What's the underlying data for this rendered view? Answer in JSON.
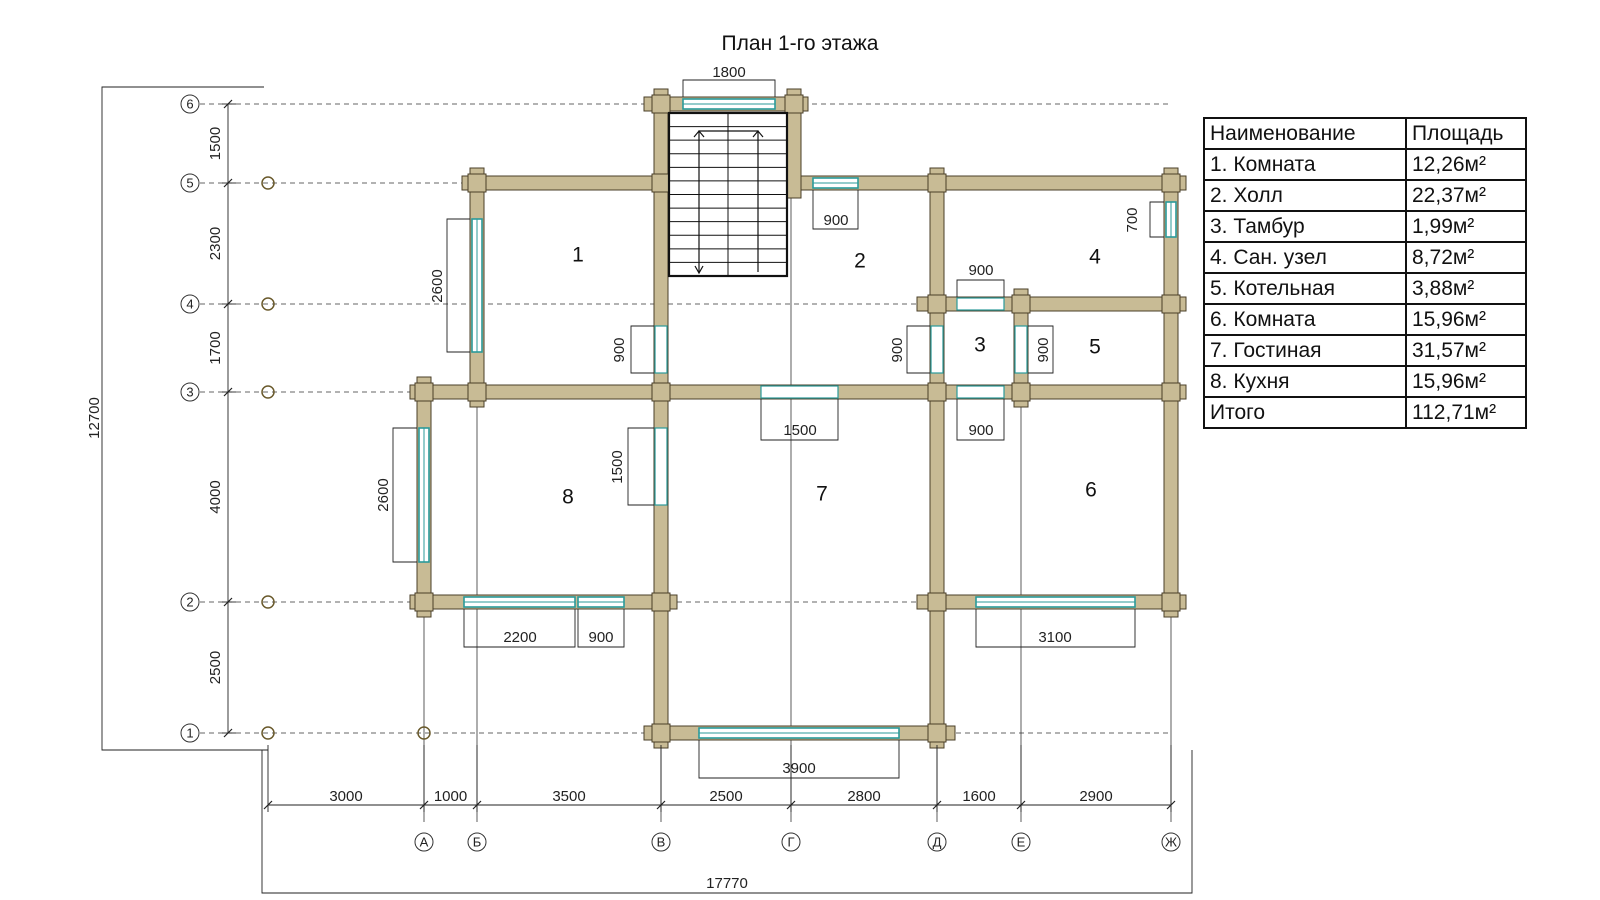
{
  "title": "План 1-го этажа",
  "table": {
    "header": {
      "name": "Наименование",
      "area": "Площадь"
    },
    "rows": [
      {
        "name": "1. Комната",
        "area": "12,26м²"
      },
      {
        "name": "2. Холл",
        "area": "22,37м²"
      },
      {
        "name": "3. Тамбур",
        "area": "1,99м²"
      },
      {
        "name": "4. Сан. узел",
        "area": "8,72м²"
      },
      {
        "name": "5. Котельная",
        "area": "3,88м²"
      },
      {
        "name": "6. Комната",
        "area": "15,96м²"
      },
      {
        "name": "7. Гостиная",
        "area": "31,57м²"
      },
      {
        "name": "8. Кухня",
        "area": "15,96м²"
      }
    ],
    "total": {
      "name": "Итого",
      "area": "112,71м²"
    }
  },
  "rooms": [
    "1",
    "2",
    "3",
    "4",
    "5",
    "6",
    "7",
    "8"
  ],
  "axes": {
    "columns": [
      "А",
      "Б",
      "В",
      "Г",
      "Д",
      "Е",
      "Ж"
    ],
    "rows": [
      "1",
      "2",
      "3",
      "4",
      "5",
      "6"
    ]
  },
  "dimensions": {
    "bottom_spans": [
      "3000",
      "1000",
      "3500",
      "2500",
      "2800",
      "1600",
      "2900"
    ],
    "overall_width": "17770",
    "left_spans": [
      "1500",
      "2300",
      "1700",
      "4000",
      "2500"
    ],
    "overall_height": "12700",
    "openings": {
      "stair_window": "1800",
      "hall_top_window": "900",
      "bath_window": "700",
      "room1_window": "2600",
      "room1_door": "900",
      "tambour_top_door": "900",
      "tambour_left_door": "900",
      "boiler_door": "900",
      "tambour_bottom_door": "900",
      "living_door": "1500",
      "kitchen_door": "1500",
      "kitchen_window": "2600",
      "kitchen_bottom_window": "2200",
      "kitchen_bottom_door": "900",
      "room6_window": "3100",
      "living_bottom_window": "3900"
    }
  },
  "colors": {
    "wall": "#c8bb95",
    "wall_stroke": "#4a3f28",
    "window": "#2a9a9a",
    "line": "#222222"
  }
}
